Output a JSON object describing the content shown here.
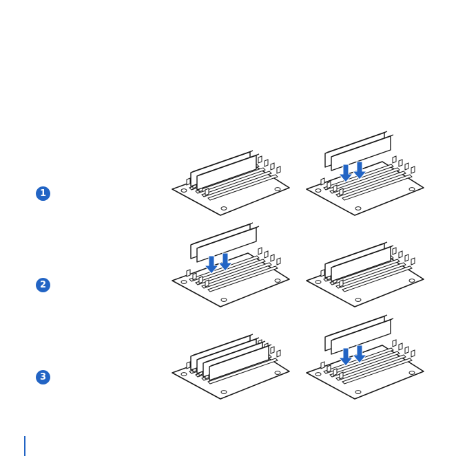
{
  "colors": {
    "accent": "#2264c4",
    "line": "#1a1a1a"
  },
  "steps": [
    {
      "number": "1",
      "before": {
        "installed": 2,
        "arrows": false
      },
      "after": {
        "installed": 0,
        "lifted": 2,
        "arrows": true
      }
    },
    {
      "number": "2",
      "before": {
        "installed": 0,
        "lifted": 2,
        "arrows": true
      },
      "after": {
        "installed": 2,
        "arrows": false
      }
    },
    {
      "number": "3",
      "before": {
        "installed": 4,
        "arrows": false
      },
      "after": {
        "installed": 0,
        "lifted": 2,
        "arrows": true
      }
    }
  ]
}
